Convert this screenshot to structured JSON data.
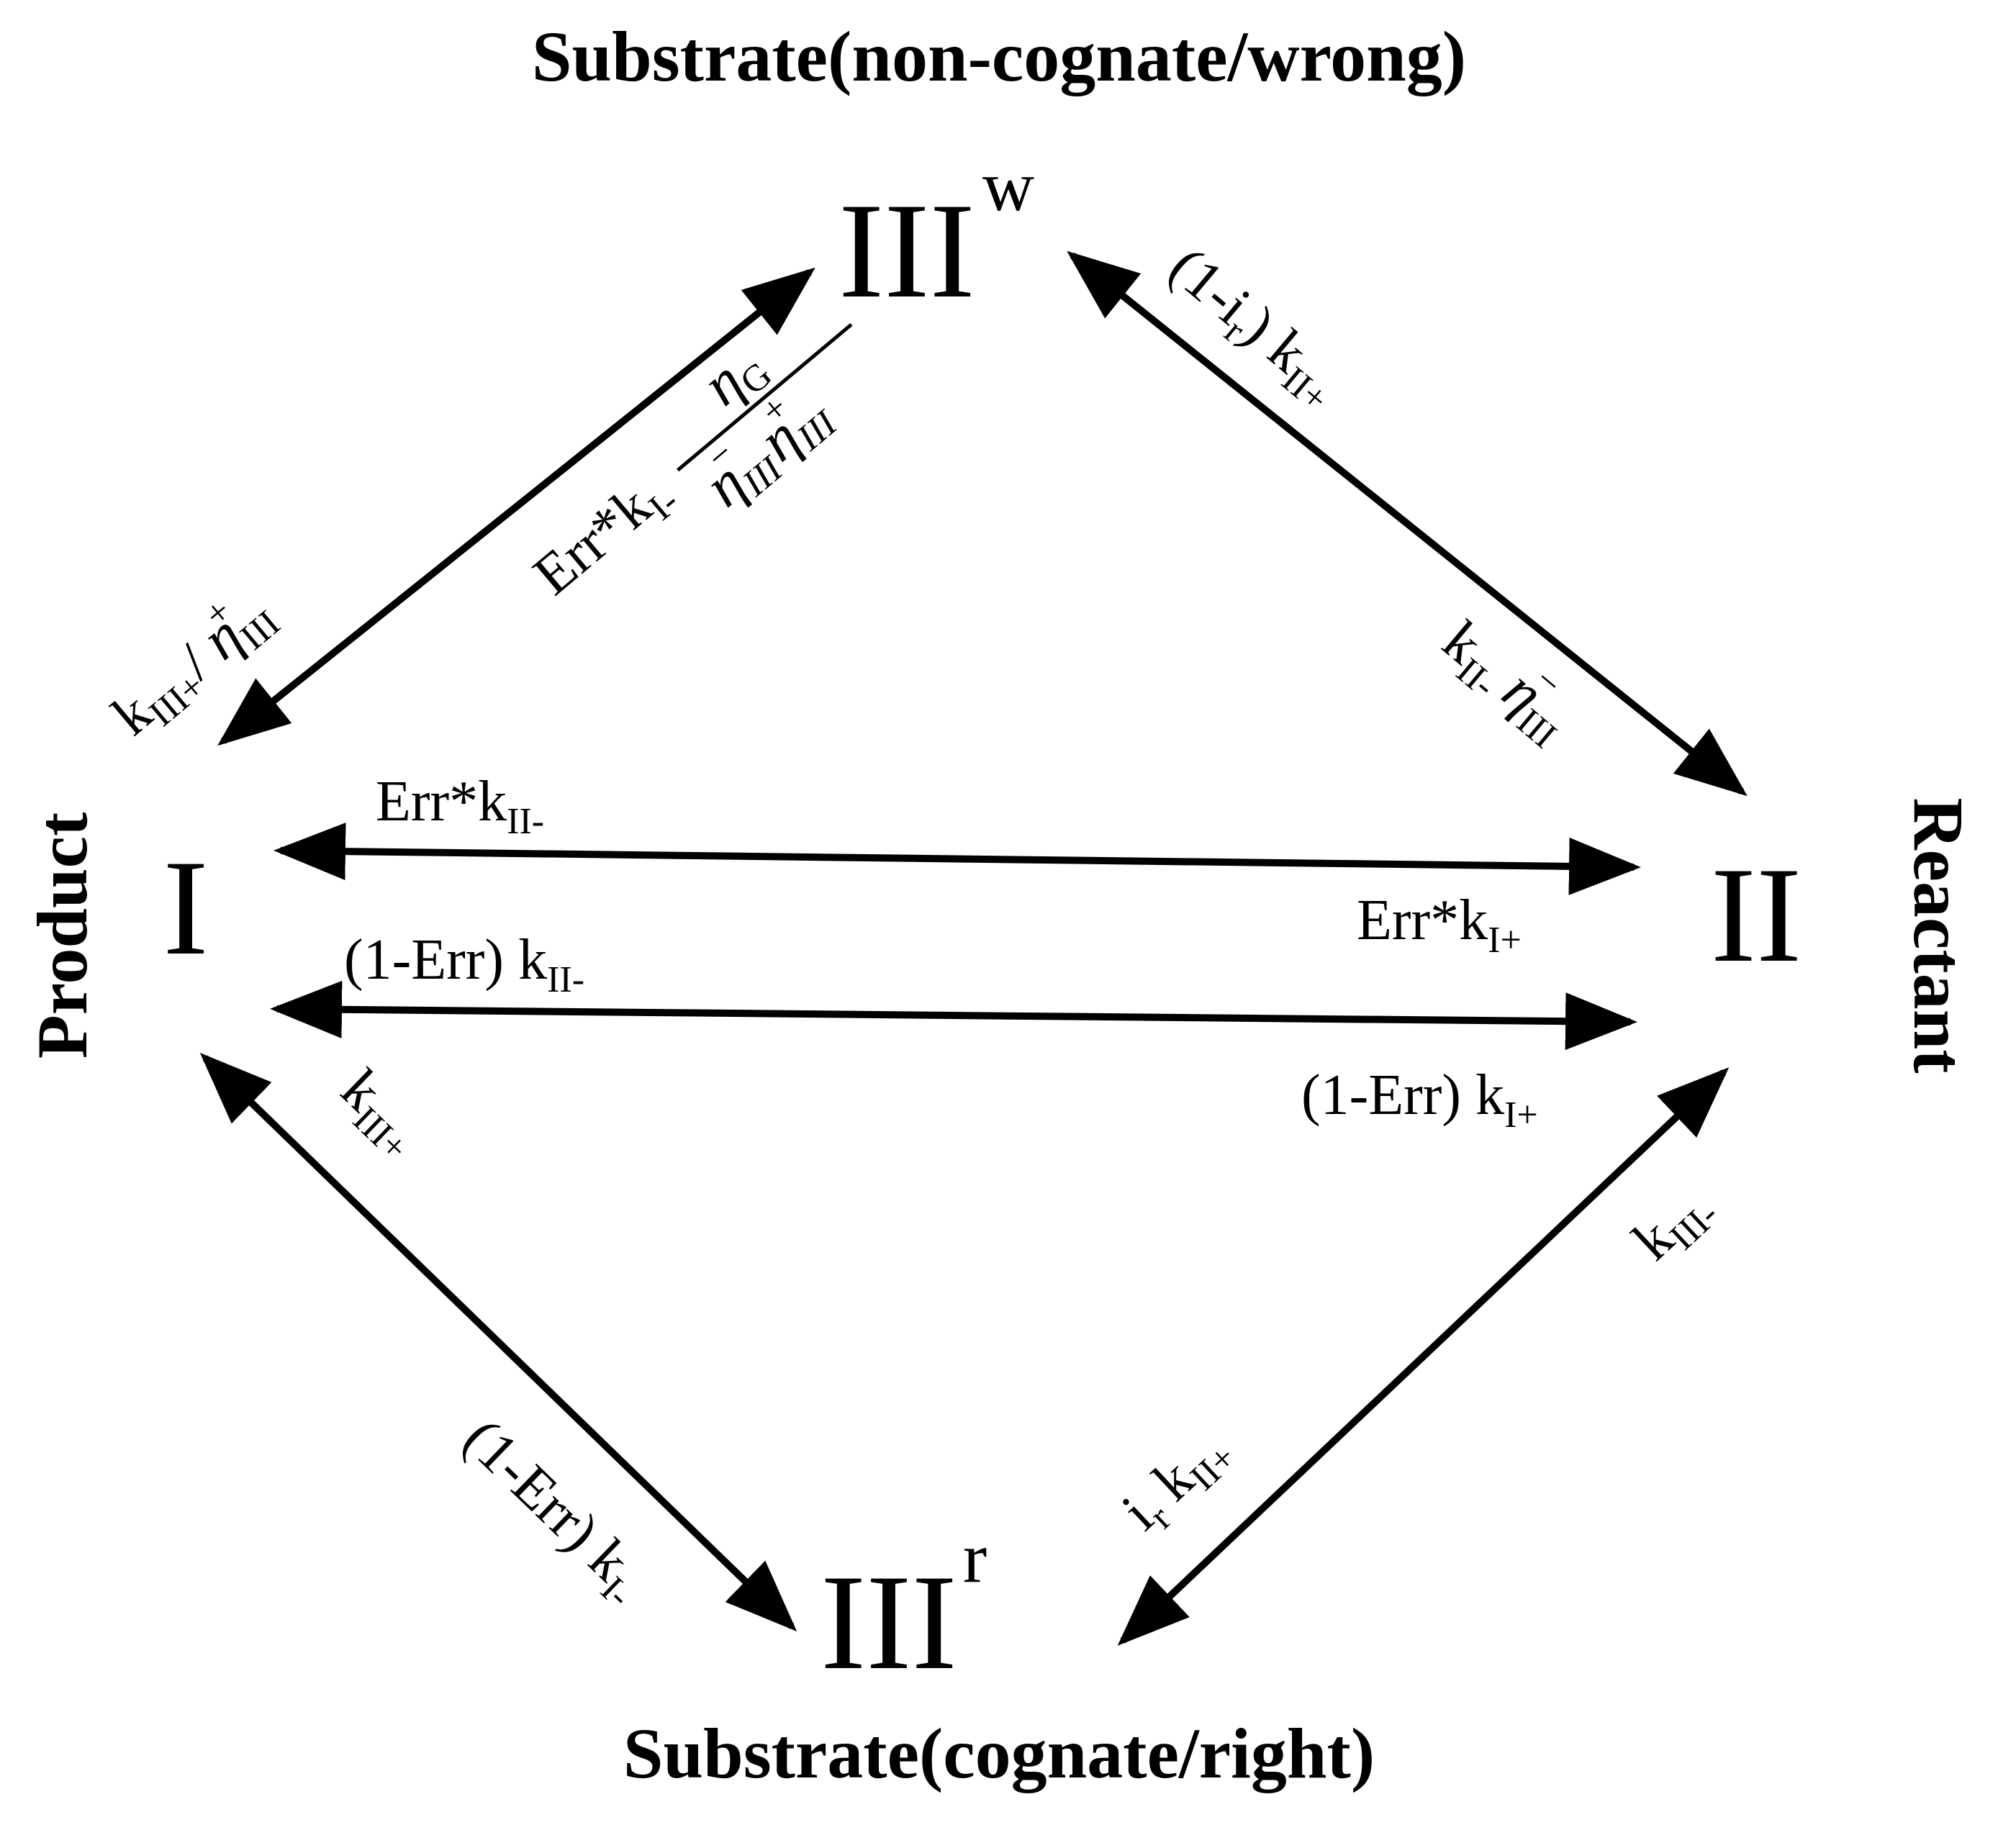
{
  "titles": {
    "top": "Substrate(non-cognate/wrong)",
    "bottom": "Substrate(cognate/right)",
    "left": "Product",
    "right": "Reactant"
  },
  "states": {
    "I": "I",
    "II": "II",
    "III_w": {
      "base": "III",
      "sup": "w"
    },
    "III_r": {
      "base": "III",
      "sup": "r"
    }
  },
  "rates": {
    "top_left_outer": {
      "k": "k",
      "sub": "III+",
      "rest": "/ ",
      "eta": "η",
      "eta_sub": "III",
      "eta_sup": "+"
    },
    "top_left_inner": {
      "prefix": "Err*k",
      "sub": "I-",
      "num_eta": "η",
      "num_sub": "G",
      "den_eta1": "η",
      "den_sub1": "III",
      "den_sup1": "−",
      "den_eta2": "η",
      "den_sub2": "III",
      "den_sup2": "+"
    },
    "top_right_outer": {
      "pre": "(1-i",
      "pre_sub": "r",
      "mid": ") k",
      "sub": "II+"
    },
    "top_right_inner": {
      "k": "k",
      "sub": "II-",
      "eta": "η",
      "eta_sub": "III",
      "eta_sup": "−"
    },
    "upper_left": {
      "text": "Err*k",
      "sub": "II-"
    },
    "upper_right": {
      "text": "Err*k",
      "sub": "I+"
    },
    "lower_left": {
      "text": "(1-Err) k",
      "sub": "II-"
    },
    "lower_right": {
      "text": "(1-Err) k",
      "sub": "I+"
    },
    "bottom_left_outer": {
      "text": "(1-Err) k",
      "sub": "I-"
    },
    "bottom_left_inner": {
      "k": "k",
      "sub": "III+"
    },
    "bottom_right_outer": {
      "k": "k",
      "sub": "III-"
    },
    "bottom_right_inner": {
      "pre": "i",
      "pre_sub": "r",
      "mid": " k",
      "sub": "II+"
    }
  }
}
